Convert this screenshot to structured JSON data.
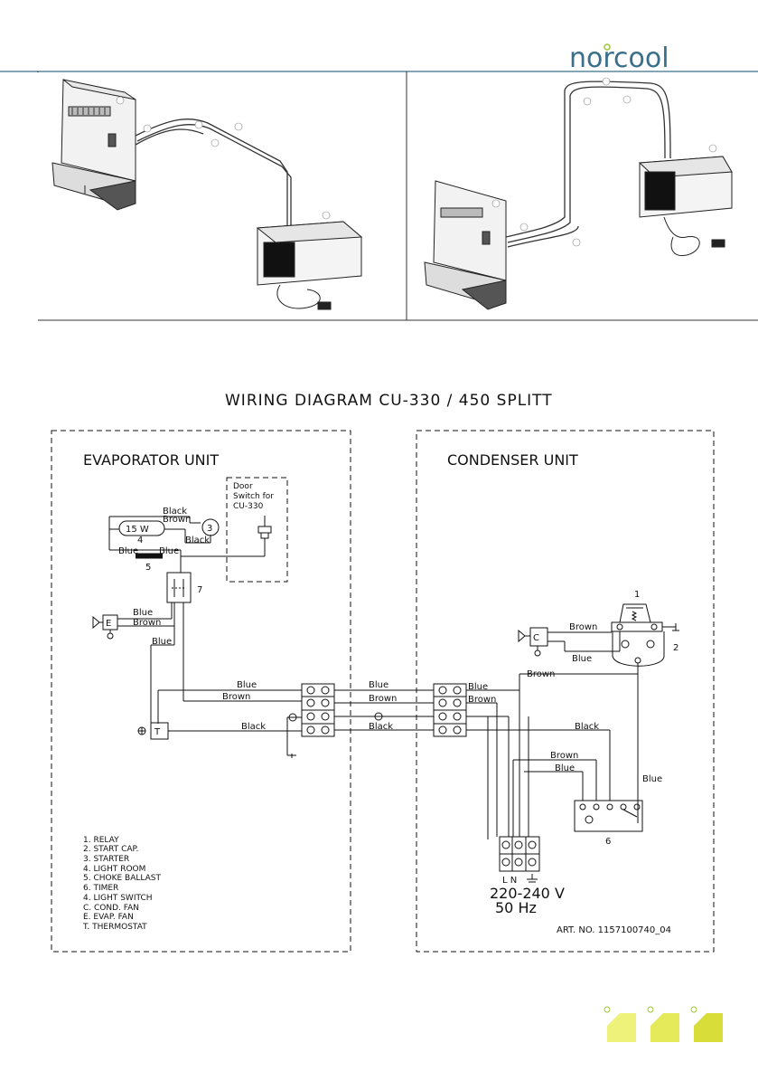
{
  "brand": {
    "logo_text": "norcool",
    "color_primary": "#3a6f8a",
    "color_accent": "#9cc63a",
    "squares_color": "#d9e34a"
  },
  "diagram": {
    "title": "WIRING DIAGRAM CU-330 / 450 SPLITT",
    "evaporator_title": "EVAPORATOR UNIT",
    "condenser_title": "CONDENSER UNIT",
    "door_switch": [
      "Door",
      "Switch for",
      "CU-330"
    ],
    "lamp_watt": "15 W",
    "wire_colors": {
      "black": "Black",
      "brown": "Brown",
      "blue": "Blue"
    },
    "component_letters": {
      "evap_fan": "E",
      "cond_fan": "C",
      "thermostat": "T"
    },
    "component_numbers": {
      "starter": "3",
      "light": "4",
      "ballast": "5",
      "timer": "6",
      "switch": "7",
      "relay": "1",
      "start_cap": "2"
    },
    "supply": {
      "terminals": "L  N",
      "voltage": "220-240  V",
      "frequency": "50  Hz"
    },
    "legend": [
      "1. RELAY",
      "2. START CAP.",
      "3. STARTER",
      "4. LIGHT ROOM",
      "5. CHOKE BALLAST",
      "6. TIMER",
      "4. LIGHT SWITCH",
      "C. COND. FAN",
      "E. EVAP. FAN",
      "T. THERMOSTAT"
    ],
    "art_no": "ART. NO. 1157100740_04"
  }
}
